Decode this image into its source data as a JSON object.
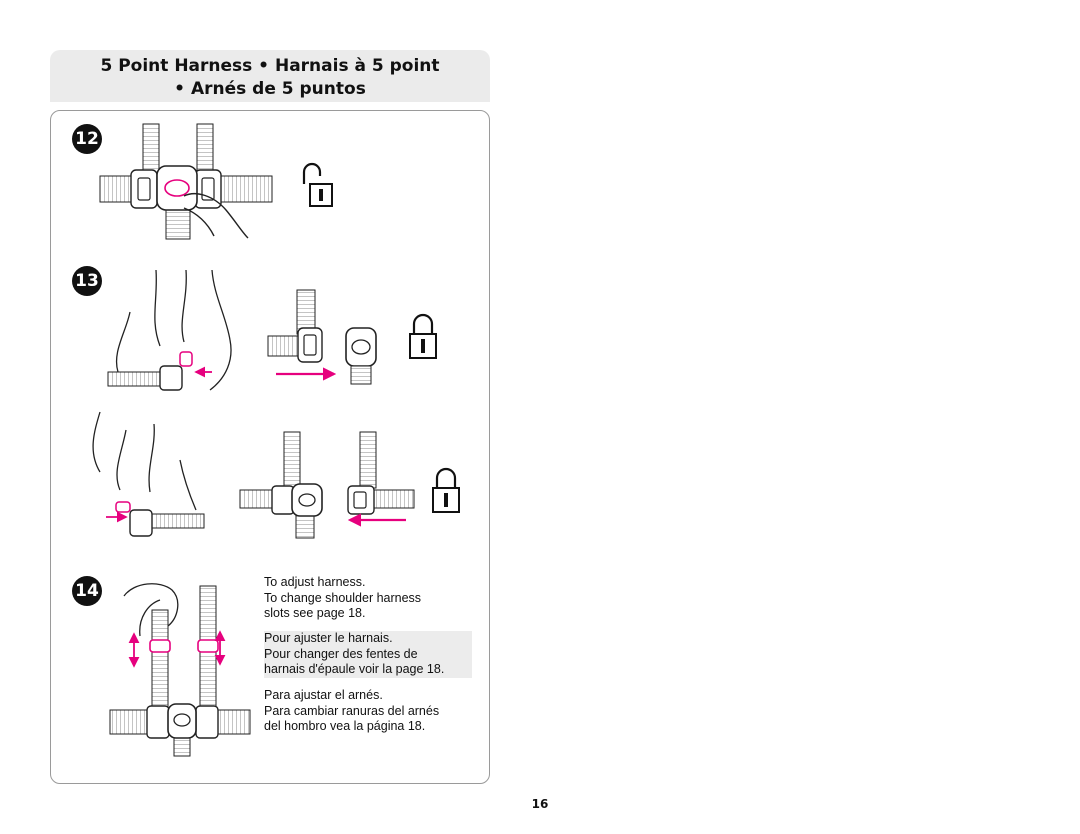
{
  "header": {
    "title_line1": "5 Point Harness • Harnais à 5 point",
    "title_line2": "• Arnés de 5 puntos"
  },
  "steps": [
    {
      "number": "12",
      "icon": "unlocked-padlock-icon"
    },
    {
      "number": "13",
      "icon": "locked-padlock-icon"
    },
    {
      "number": "14"
    }
  ],
  "instructions": {
    "english": [
      "To adjust harness.",
      "To change shoulder harness",
      "slots see page 18."
    ],
    "french": [
      "Pour ajuster le harnais.",
      "Pour changer des fentes de",
      "harnais d'épaule voir la page 18."
    ],
    "spanish": [
      "Para ajustar el arnés.",
      "Para cambiar ranuras del arnés",
      "del hombro vea la página 18."
    ]
  },
  "colors": {
    "accent": "#e6007e",
    "header_bg": "#ebebeb",
    "text": "#111111"
  },
  "page_number": "16"
}
